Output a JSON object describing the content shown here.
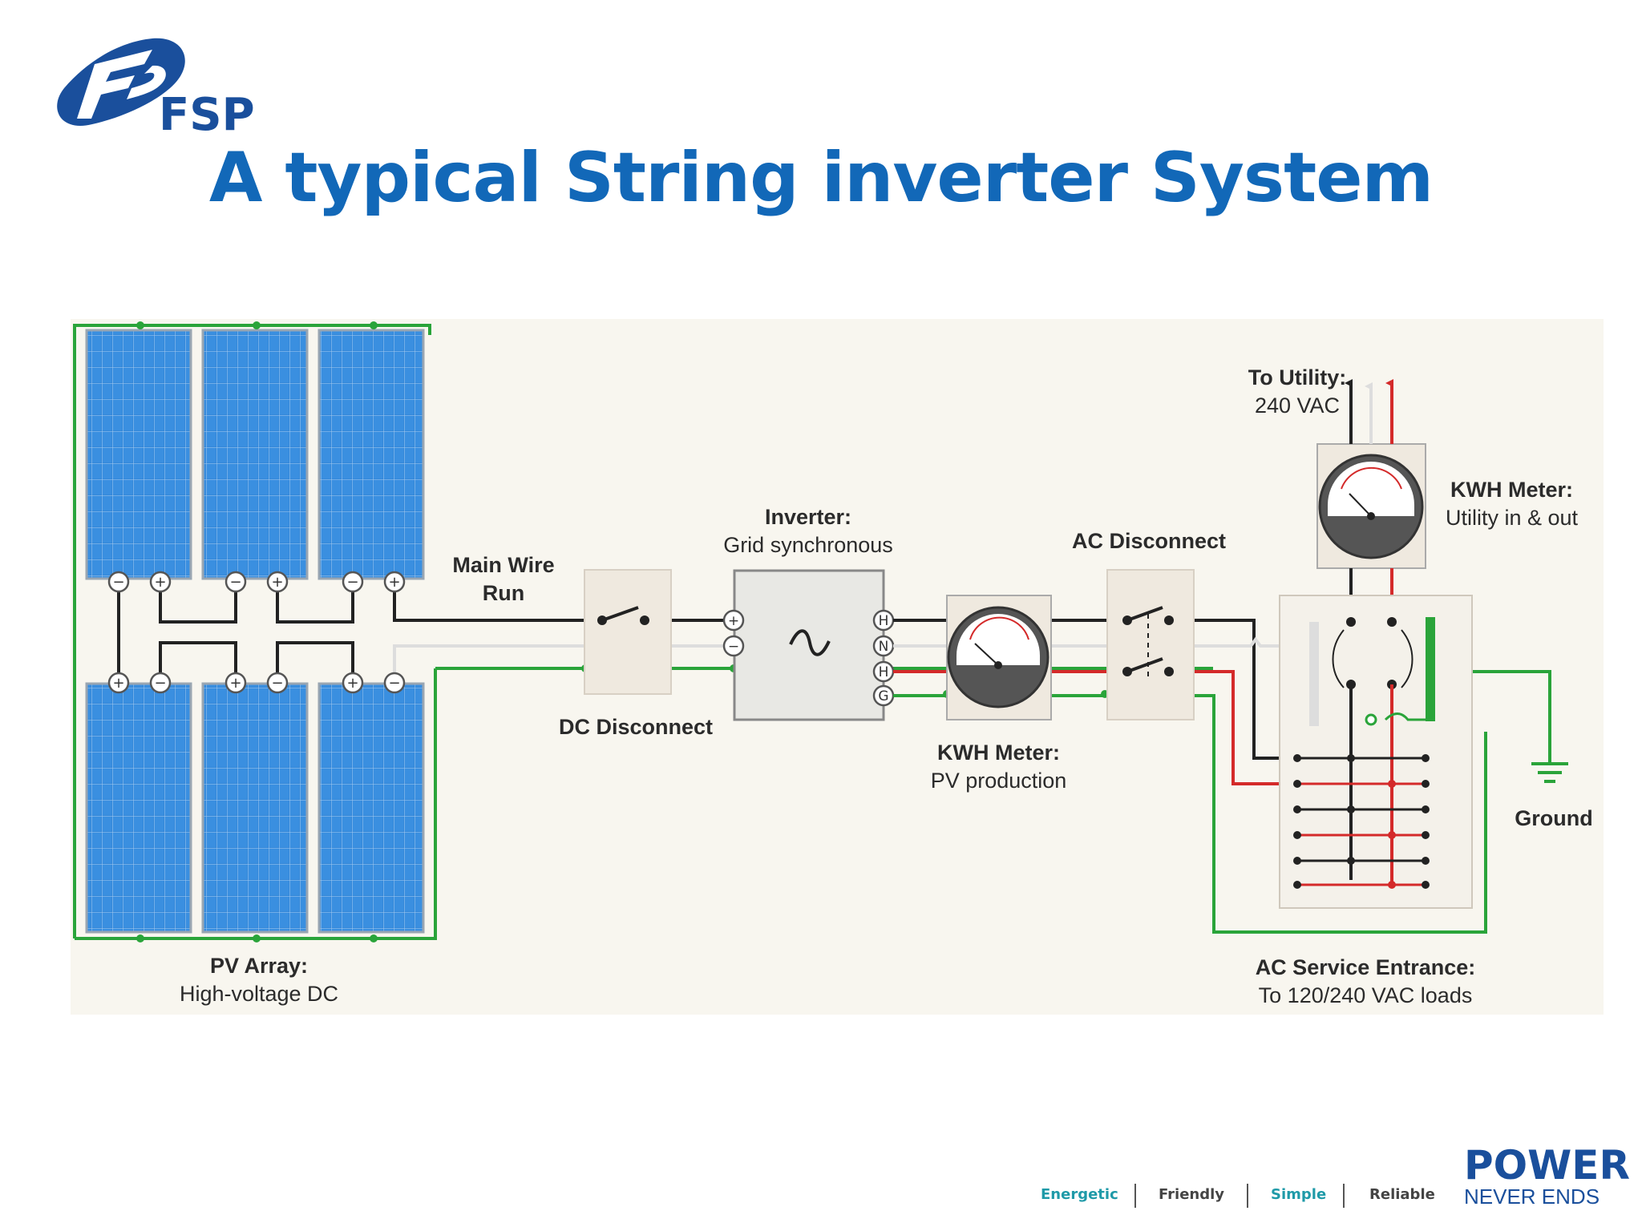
{
  "logo": {
    "text": "FSP"
  },
  "title": "A typical String inverter System",
  "labels": {
    "pv_array": {
      "bold": "PV Array:",
      "normal": "High-voltage DC"
    },
    "main_wire": {
      "line1": "Main Wire",
      "line2": "Run"
    },
    "dc_disconnect": "DC Disconnect",
    "inverter": {
      "bold": "Inverter:",
      "normal": "Grid synchronous"
    },
    "kwh_pv": {
      "bold": "KWH Meter:",
      "normal": "PV production"
    },
    "ac_disconnect": "AC Disconnect",
    "to_utility": {
      "bold": "To Utility:",
      "normal": "240 VAC"
    },
    "kwh_utility": {
      "bold": "KWH Meter:",
      "normal": "Utility in & out"
    },
    "ground": "Ground",
    "ac_service": {
      "bold": "AC Service Entrance:",
      "normal": "To 120/240 VAC loads"
    }
  },
  "inverter_terminals": {
    "dc_plus": "+",
    "dc_minus": "−",
    "h1": "H",
    "n": "N",
    "h2": "H",
    "g": "G"
  },
  "panel_terminals": {
    "plus": "+",
    "minus": "−"
  },
  "footer": {
    "tags": [
      "Energetic",
      "Friendly",
      "Simple",
      "Reliable"
    ],
    "tag_colors": [
      "#1f9aa8",
      "#444444",
      "#1f9aa8",
      "#444444"
    ],
    "brand_line1": "POWER",
    "brand_line2": "NEVER ENDS"
  },
  "colors": {
    "title": "#1268b8",
    "wire_dc": "#222222",
    "wire_ground": "#2aa43a",
    "wire_hot": "#d42a2a",
    "wire_neutral": "#dddddd",
    "panel": "#2e7fd0"
  }
}
